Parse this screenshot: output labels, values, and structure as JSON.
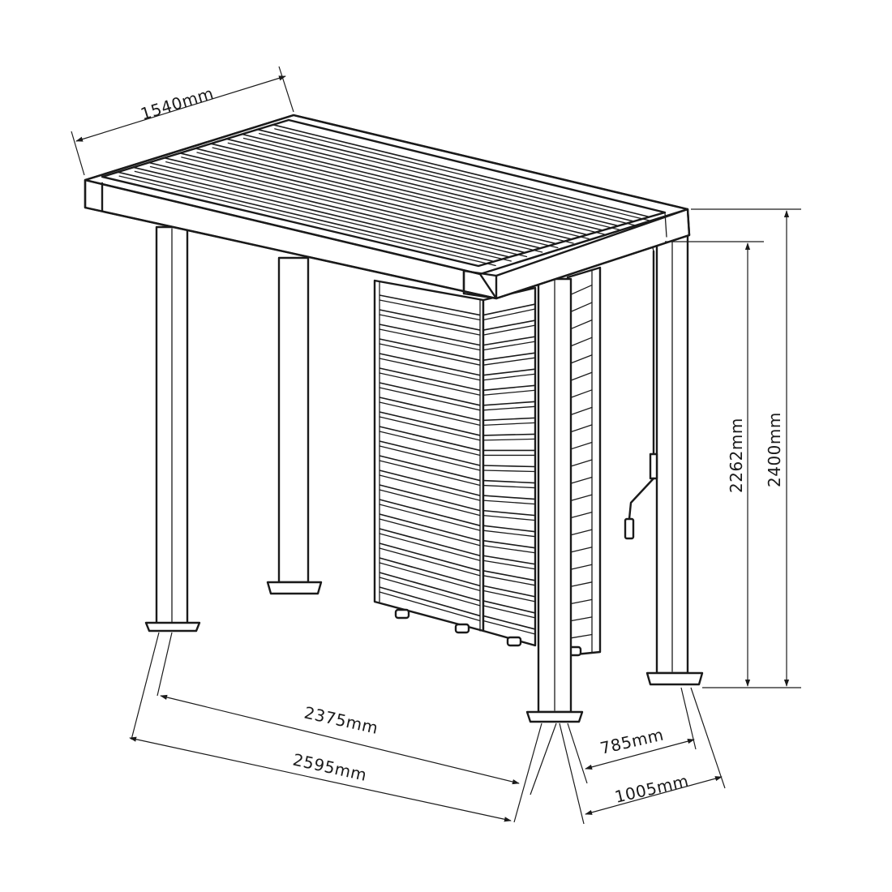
{
  "dimensions": {
    "roof_depth": "1540mm",
    "length_inner": "2375mm",
    "length_outer": "2595mm",
    "width_inner": "785mm",
    "width_outer": "1005mm",
    "clear_height": "2262mm",
    "total_height": "2400mm"
  },
  "colors": {
    "line": "#1a1a1a",
    "background": "#ffffff"
  }
}
